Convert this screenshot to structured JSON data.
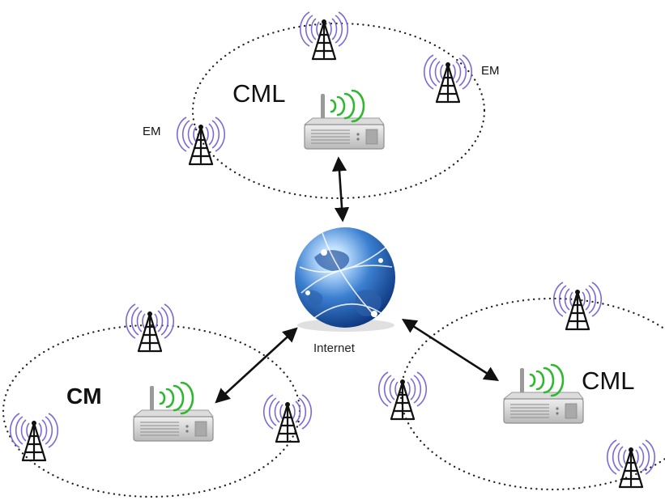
{
  "diagram": {
    "top_cluster_label": "CML",
    "left_cluster_label": "CM",
    "right_cluster_label": "CML",
    "em_label_left": "EM",
    "em_label_right": "EM",
    "internet_label": "Internet"
  },
  "colors": {
    "wave": "#7a6ad8",
    "signal": "#2eb82e",
    "router": "#c9c9c9",
    "globe": "#2f6fc0",
    "line": "#111111"
  },
  "icons": [
    "cell-tower-icon",
    "router-icon",
    "wifi-signal-icon",
    "globe-icon",
    "bidirectional-arrow"
  ]
}
